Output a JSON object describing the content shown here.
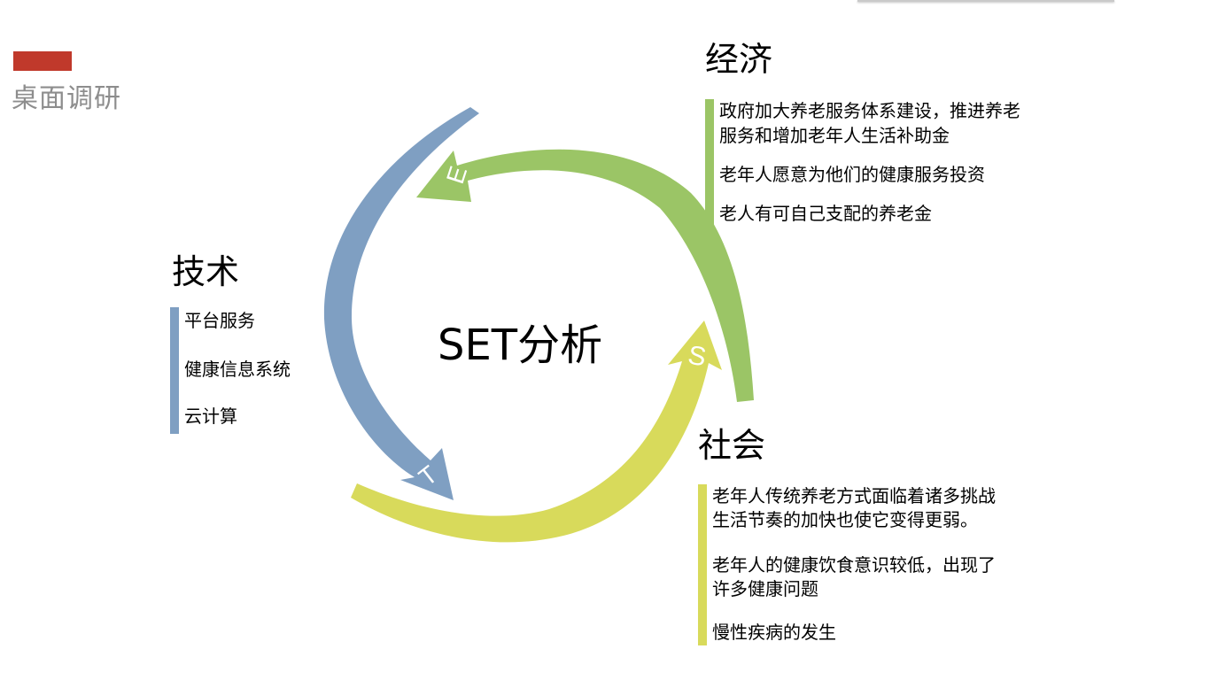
{
  "page_title": "桌面调研",
  "center_label": "SET分析",
  "colors": {
    "accent": "#c0392b",
    "economy": "#9bc566",
    "technology": "#7f9fc2",
    "society": "#d8da5b",
    "title_gray": "#8d8d8d"
  },
  "arrow_letters": {
    "economy": "E",
    "technology": "T",
    "society": "S"
  },
  "sections": {
    "economy": {
      "heading": "经济",
      "items": [
        "政府加大养老服务体系建设，推进养老",
        "服务和增加老年人生活补助金",
        "老年人愿意为他们的健康服务投资",
        "老人有可自己支配的养老金"
      ]
    },
    "technology": {
      "heading": "技术",
      "items": [
        "平台服务",
        "健康信息系统",
        "云计算"
      ]
    },
    "society": {
      "heading": "社会",
      "items": [
        "老年人传统养老方式面临着诸多挑战",
        "生活节奏的加快也使它变得更弱。",
        "老年人的健康饮食意识较低，出现了",
        "许多健康问题",
        "慢性疾病的发生"
      ]
    }
  }
}
